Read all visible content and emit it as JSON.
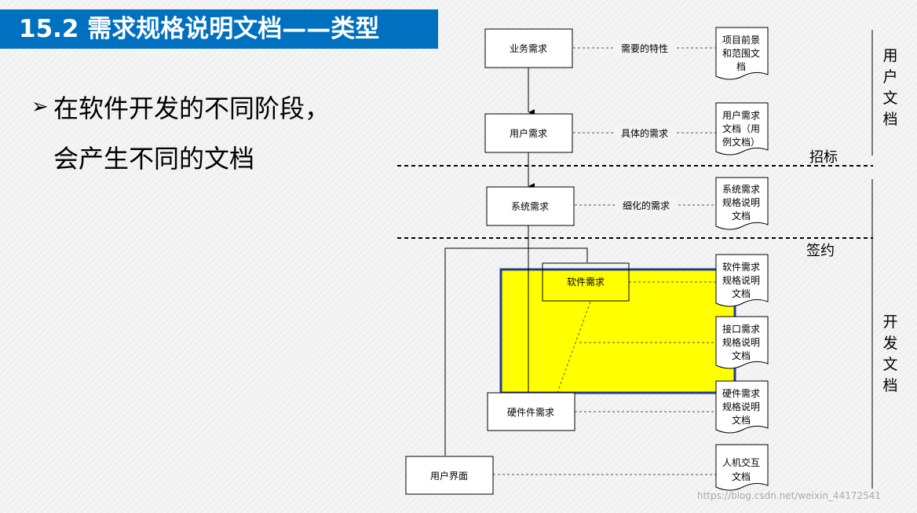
{
  "slide": {
    "title": "15.2 需求规格说明文档——类型",
    "bullets": [
      "在软件开发的不同阶段，",
      "会产生不同的文档"
    ]
  },
  "diagram": {
    "boxes": [
      {
        "id": "business",
        "label": "业务需求"
      },
      {
        "id": "user",
        "label": "用户需求"
      },
      {
        "id": "system",
        "label": "系统需求"
      },
      {
        "id": "software",
        "label": "软件需求"
      },
      {
        "id": "hardware",
        "label": "硬件件需求"
      },
      {
        "id": "ui",
        "label": "用户界面"
      }
    ],
    "relations": [
      {
        "id": "rel1",
        "label": "需要的特性"
      },
      {
        "id": "rel2",
        "label": "具体的需求"
      },
      {
        "id": "rel3",
        "label": "细化的需求"
      }
    ],
    "documents": [
      {
        "id": "doc1",
        "lines": [
          "项目前景",
          "和范围文",
          "档"
        ]
      },
      {
        "id": "doc2",
        "lines": [
          "用户需求",
          "文档（用",
          "例文档）"
        ]
      },
      {
        "id": "doc3",
        "lines": [
          "系统需求",
          "规格说明",
          "文档"
        ]
      },
      {
        "id": "doc4",
        "lines": [
          "软件需求",
          "规格说明",
          "文档"
        ]
      },
      {
        "id": "doc5",
        "lines": [
          "接口需求",
          "规格说明",
          "文档"
        ]
      },
      {
        "id": "doc6",
        "lines": [
          "硬件需求",
          "规格说明",
          "文档"
        ]
      },
      {
        "id": "doc7",
        "lines": [
          "人机交互",
          "文档"
        ]
      }
    ],
    "phases": [
      "招标",
      "签约"
    ],
    "side_labels": [
      {
        "id": "user-docs",
        "chars": [
          "用",
          "户",
          "文",
          "档"
        ]
      },
      {
        "id": "dev-docs",
        "chars": [
          "开",
          "发",
          "文",
          "档"
        ]
      }
    ],
    "colors": {
      "highlight": "#ffff00",
      "highlight_border": "#1f3d8f",
      "title_bar": "#0070c0"
    }
  },
  "watermark": "https://blog.csdn.net/weixin_44172541"
}
